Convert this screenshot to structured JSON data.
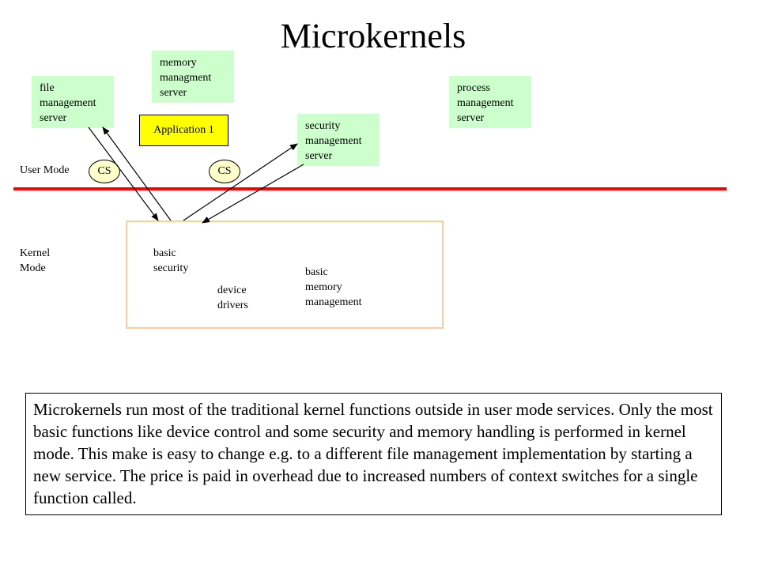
{
  "title": "Microkernels",
  "servers": {
    "file": "file\nmanagement\nserver",
    "memory": "memory\nmanagment\nserver",
    "security": "security\nmanagement\nserver",
    "process": "process\nmanagement\nserver"
  },
  "application": "Application 1",
  "context_switch": {
    "left": "CS",
    "right": "CS"
  },
  "modes": {
    "user": "User Mode",
    "kernel": "Kernel\nMode"
  },
  "kernel_components": {
    "basic_security": "basic\nsecurity",
    "device_drivers": "device\ndrivers",
    "basic_memory": "basic\nmemory\nmanagement"
  },
  "description": "Microkernels run most of the traditional kernel functions outside in user mode services. Only the most basic functions like device control and some security and memory handling is performed in kernel mode. This make is easy to change e.g. to a different file management implementation by starting a new service. The price is paid in overhead due to increased numbers of context switches for a single function called.",
  "colors": {
    "server_fill": "#ccffcc",
    "application_fill": "#ffff00",
    "context_switch_fill": "#ffffcc",
    "mode_divider": "#ff0000",
    "kernel_border": "#ffcc99"
  }
}
